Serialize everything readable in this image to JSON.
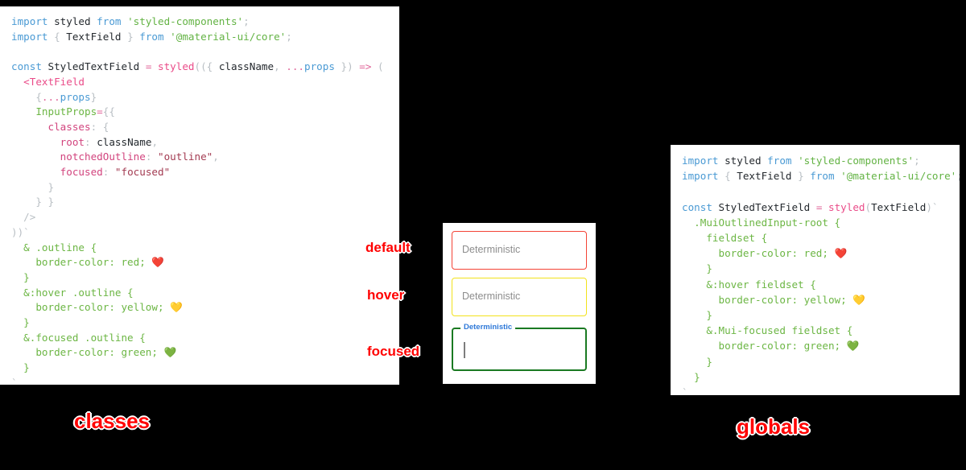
{
  "panels": {
    "classes": {
      "title": "classes",
      "lines": [
        [
          [
            "t-kw",
            "import "
          ],
          [
            "t-plain",
            "styled "
          ],
          [
            "t-kw",
            "from "
          ],
          [
            "t-str",
            "'styled-components'"
          ],
          [
            "t-punc",
            ";"
          ]
        ],
        [
          [
            "t-kw",
            "import "
          ],
          [
            "t-punc",
            "{ "
          ],
          [
            "t-plain",
            "TextField "
          ],
          [
            "t-punc",
            "} "
          ],
          [
            "t-kw",
            "from "
          ],
          [
            "t-str",
            "'@material-ui/core'"
          ],
          [
            "t-punc",
            ";"
          ]
        ],
        [],
        [
          [
            "t-kw",
            "const "
          ],
          [
            "t-plain",
            "StyledTextField "
          ],
          [
            "t-op",
            "= "
          ],
          [
            "t-fn",
            "styled"
          ],
          [
            "t-punc",
            "(({ "
          ],
          [
            "t-plain",
            "className"
          ],
          [
            "t-punc",
            ", "
          ],
          [
            "t-op",
            "..."
          ],
          [
            "t-var",
            "props"
          ],
          [
            "t-punc",
            " }) "
          ],
          [
            "t-op",
            "=> "
          ],
          [
            "t-punc",
            "("
          ]
        ],
        [
          [
            "t-punc",
            "  "
          ],
          [
            "t-fn",
            "<TextField"
          ]
        ],
        [
          [
            "t-punc",
            "    {"
          ],
          [
            "t-op",
            "..."
          ],
          [
            "t-var",
            "props"
          ],
          [
            "t-punc",
            "}"
          ]
        ],
        [
          [
            "t-punc",
            "    "
          ],
          [
            "t-attr",
            "InputProps"
          ],
          [
            "t-op",
            "="
          ],
          [
            "t-punc",
            "{{"
          ]
        ],
        [
          [
            "t-punc",
            "      "
          ],
          [
            "t-prop",
            "classes"
          ],
          [
            "t-punc",
            ": {"
          ]
        ],
        [
          [
            "t-punc",
            "        "
          ],
          [
            "t-prop",
            "root"
          ],
          [
            "t-punc",
            ": "
          ],
          [
            "t-plain",
            "className"
          ],
          [
            "t-punc",
            ","
          ]
        ],
        [
          [
            "t-punc",
            "        "
          ],
          [
            "t-prop",
            "notchedOutline"
          ],
          [
            "t-punc",
            ": "
          ],
          [
            "t-sstr",
            "\"outline\""
          ],
          [
            "t-punc",
            ","
          ]
        ],
        [
          [
            "t-punc",
            "        "
          ],
          [
            "t-prop",
            "focused"
          ],
          [
            "t-punc",
            ": "
          ],
          [
            "t-sstr",
            "\"focused\""
          ]
        ],
        [
          [
            "t-punc",
            "      }"
          ]
        ],
        [
          [
            "t-punc",
            "    } }"
          ]
        ],
        [
          [
            "t-punc",
            "  />"
          ]
        ],
        [
          [
            "t-punc",
            "))"
          ],
          [
            "t-tick",
            "`"
          ]
        ],
        [
          [
            "t-css",
            "  & .outline {"
          ]
        ],
        [
          [
            "t-css",
            "    border-color: red; "
          ],
          [
            "emoji",
            "❤️"
          ]
        ],
        [
          [
            "t-css",
            "  }"
          ]
        ],
        [
          [
            "t-css",
            "  &:hover .outline {"
          ]
        ],
        [
          [
            "t-css",
            "    border-color: yellow; "
          ],
          [
            "emoji",
            "💛"
          ]
        ],
        [
          [
            "t-css",
            "  }"
          ]
        ],
        [
          [
            "t-css",
            "  &.focused .outline {"
          ]
        ],
        [
          [
            "t-css",
            "    border-color: green; "
          ],
          [
            "emoji",
            "💚"
          ]
        ],
        [
          [
            "t-css",
            "  }"
          ]
        ],
        [
          [
            "t-tick",
            "`"
          ]
        ],
        [
          [
            "t-punc",
            ";"
          ]
        ]
      ]
    },
    "globals": {
      "title": "globals",
      "lines": [
        [
          [
            "t-kw",
            "import "
          ],
          [
            "t-plain",
            "styled "
          ],
          [
            "t-kw",
            "from "
          ],
          [
            "t-str",
            "'styled-components'"
          ],
          [
            "t-punc",
            ";"
          ]
        ],
        [
          [
            "t-kw",
            "import "
          ],
          [
            "t-punc",
            "{ "
          ],
          [
            "t-plain",
            "TextField "
          ],
          [
            "t-punc",
            "} "
          ],
          [
            "t-kw",
            "from "
          ],
          [
            "t-str",
            "'@material-ui/core'"
          ],
          [
            "t-punc",
            ";"
          ]
        ],
        [],
        [
          [
            "t-kw",
            "const "
          ],
          [
            "t-plain",
            "StyledTextField "
          ],
          [
            "t-op",
            "= "
          ],
          [
            "t-fn",
            "styled"
          ],
          [
            "t-punc",
            "("
          ],
          [
            "t-plain",
            "TextField"
          ],
          [
            "t-punc",
            ")"
          ],
          [
            "t-tick",
            "`"
          ]
        ],
        [
          [
            "t-css",
            "  .MuiOutlinedInput-root {"
          ]
        ],
        [
          [
            "t-css",
            "    fieldset {"
          ]
        ],
        [
          [
            "t-css",
            "      border-color: red; "
          ],
          [
            "emoji",
            "❤️"
          ]
        ],
        [
          [
            "t-css",
            "    }"
          ]
        ],
        [
          [
            "t-css",
            "    &:hover fieldset {"
          ]
        ],
        [
          [
            "t-css",
            "      border-color: yellow; "
          ],
          [
            "emoji",
            "💛"
          ]
        ],
        [
          [
            "t-css",
            "    }"
          ]
        ],
        [
          [
            "t-css",
            "    &.Mui-focused fieldset {"
          ]
        ],
        [
          [
            "t-css",
            "      border-color: green; "
          ],
          [
            "emoji",
            "💚"
          ]
        ],
        [
          [
            "t-css",
            "    }"
          ]
        ],
        [
          [
            "t-css",
            "  }"
          ]
        ],
        [
          [
            "t-tick",
            "`"
          ]
        ],
        [
          [
            "t-punc",
            ";"
          ]
        ]
      ]
    }
  },
  "preview": {
    "fields": [
      {
        "state": "default",
        "label": "Deterministic",
        "border_color": "#f44336",
        "floating": false,
        "caret": false
      },
      {
        "state": "hover",
        "label": "Deterministic",
        "border_color": "#f2e21c",
        "floating": false,
        "caret": false
      },
      {
        "state": "focused",
        "label": "Deterministic",
        "border_color": "#1a7a22",
        "floating": true,
        "caret": true,
        "label_color": "#2f79d8"
      }
    ]
  },
  "annotations": {
    "default": "default",
    "hover": "hover",
    "focused": "focused",
    "classes": "classes",
    "globals": "globals"
  },
  "colors": {
    "background": "#000000",
    "panel": "#ffffff",
    "annotation": "#ff0000",
    "red": "#f44336",
    "yellow": "#f2e21c",
    "green": "#1a7a22"
  }
}
